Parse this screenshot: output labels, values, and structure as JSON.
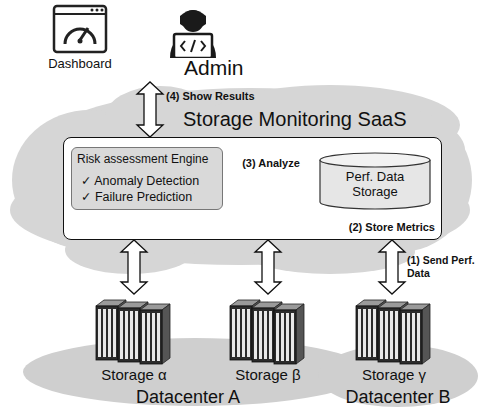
{
  "diagram": {
    "nodes": [
      {
        "text": [
          "Dashboard"
        ]
      },
      {
        "text": [
          "Admin"
        ]
      },
      {
        "text": [
          "Storage Monitoring SaaS"
        ]
      },
      {
        "text": [
          "(2) Store Metrics"
        ],
        "in": 2
      },
      {
        "text": [
          "Risk assessment Engine",
          "✓ Anomaly Detection",
          "✓ Failure Prediction"
        ],
        "in": 3
      },
      {
        "text": [
          "Perf. Data Storage"
        ],
        "in": 3
      },
      {
        "text": [
          "Storage α"
        ]
      },
      {
        "text": [
          "Storage β"
        ]
      },
      {
        "text": [
          "Storage γ"
        ]
      }
    ],
    "edges": [
      {
        "from": 3,
        "to": 1,
        "arrow": "both",
        "label": "(4) Show Results"
      },
      {
        "from": 4,
        "to": 5,
        "arrow": "both",
        "label": "(3) Analyze"
      },
      {
        "from": 3,
        "to": 6,
        "arrow": "both"
      },
      {
        "from": 3,
        "to": 7,
        "arrow": "both"
      },
      {
        "from": 3,
        "to": 8,
        "arrow": "both",
        "label": "(1) Send Perf. Data"
      }
    ],
    "labels": [
      "Datacenter A",
      "Datacenter B"
    ]
  }
}
